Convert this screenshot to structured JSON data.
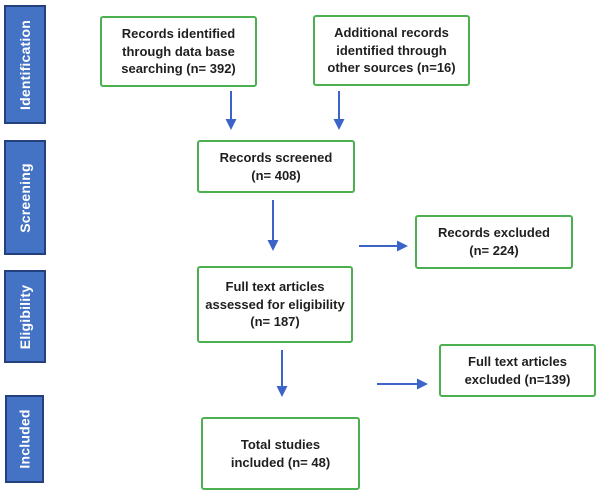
{
  "colors": {
    "box-border": "#4caf50",
    "sidebar-fill": "#4472c4",
    "sidebar-border": "#24407e",
    "sidebar-text": "#ffffff",
    "arrow": "#3c64c8",
    "text": "#1f1f1f",
    "background": "#ffffff"
  },
  "diagram": {
    "type": "prisma-flow-diagram",
    "stages": [
      {
        "label": "Identification"
      },
      {
        "label": "Screening"
      },
      {
        "label": "Eligibility"
      },
      {
        "label": "Included"
      }
    ],
    "boxes": [
      {
        "id": "records-identified",
        "lines": [
          "Records identified",
          "through data base",
          "searching (n= 392)"
        ],
        "n": 392
      },
      {
        "id": "additional-records",
        "lines": [
          "Additional records",
          "identified through",
          "other sources (n=16)"
        ],
        "n": 16
      },
      {
        "id": "records-screened",
        "lines": [
          "Records screened",
          "(n= 408)"
        ],
        "n": 408
      },
      {
        "id": "records-excluded",
        "lines": [
          "Records excluded",
          "(n= 224)"
        ],
        "n": 224
      },
      {
        "id": "full-text-assessed",
        "lines": [
          "Full text articles",
          "assessed for eligibility",
          "(n= 187)"
        ],
        "n": 187
      },
      {
        "id": "full-text-excluded",
        "lines": [
          "Full text articles",
          "excluded (n=139)"
        ],
        "n": 139
      },
      {
        "id": "total-studies",
        "lines": [
          "Total studies",
          "included (n= 48)"
        ],
        "n": 48
      }
    ]
  }
}
